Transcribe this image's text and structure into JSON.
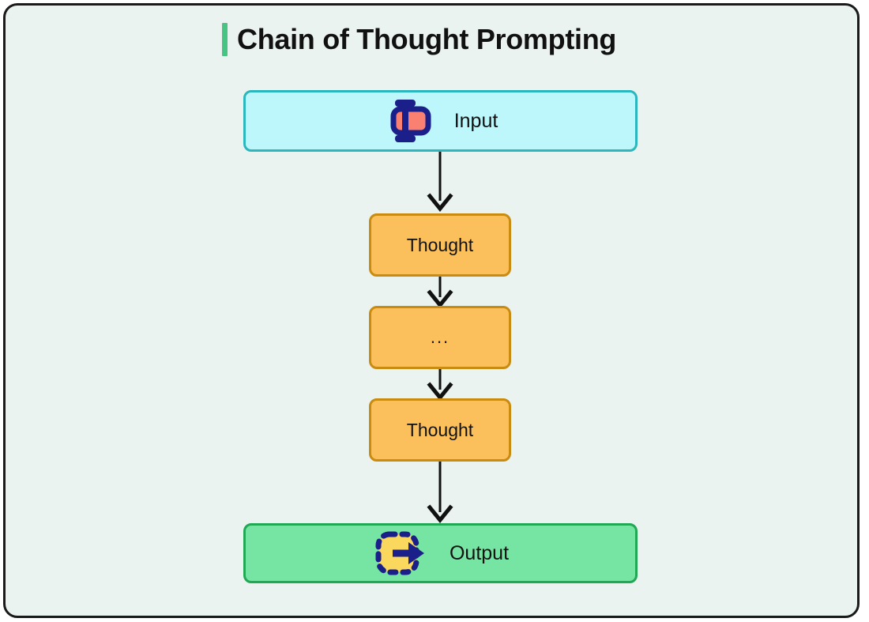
{
  "header": {
    "title": "Chain of Thought Prompting",
    "accent_color": "#46c482"
  },
  "canvas": {
    "background_color": "#eaf3ef",
    "border_color": "#1a1a1a"
  },
  "diagram": {
    "type": "flowchart",
    "direction": "top-to-bottom",
    "nodes": [
      {
        "id": "input",
        "label": "Input",
        "icon": "input-cursor-icon",
        "fill_color": "#bdf6fb",
        "border_color": "#2cb6bd"
      },
      {
        "id": "thought-1",
        "label": "Thought",
        "fill_color": "#fbc05b",
        "border_color": "#c98b10"
      },
      {
        "id": "thought-ellipsis",
        "label": "...",
        "fill_color": "#fbc05b",
        "border_color": "#c98b10"
      },
      {
        "id": "thought-2",
        "label": "Thought",
        "fill_color": "#fbc05b",
        "border_color": "#c98b10"
      },
      {
        "id": "output",
        "label": "Output",
        "icon": "output-arrow-icon",
        "fill_color": "#76e4a2",
        "border_color": "#21a855"
      }
    ],
    "edges": [
      {
        "from": "input",
        "to": "thought-1",
        "style": "solid-arrow"
      },
      {
        "from": "thought-1",
        "to": "thought-ellipsis",
        "style": "solid-arrow"
      },
      {
        "from": "thought-ellipsis",
        "to": "thought-2",
        "style": "solid-arrow"
      },
      {
        "from": "thought-2",
        "to": "output",
        "style": "solid-arrow"
      }
    ],
    "edge_color": "#111111",
    "icon_colors": {
      "navy": "#1b1f8a",
      "salmon": "#fa8072",
      "yellow": "#fad85e"
    }
  }
}
